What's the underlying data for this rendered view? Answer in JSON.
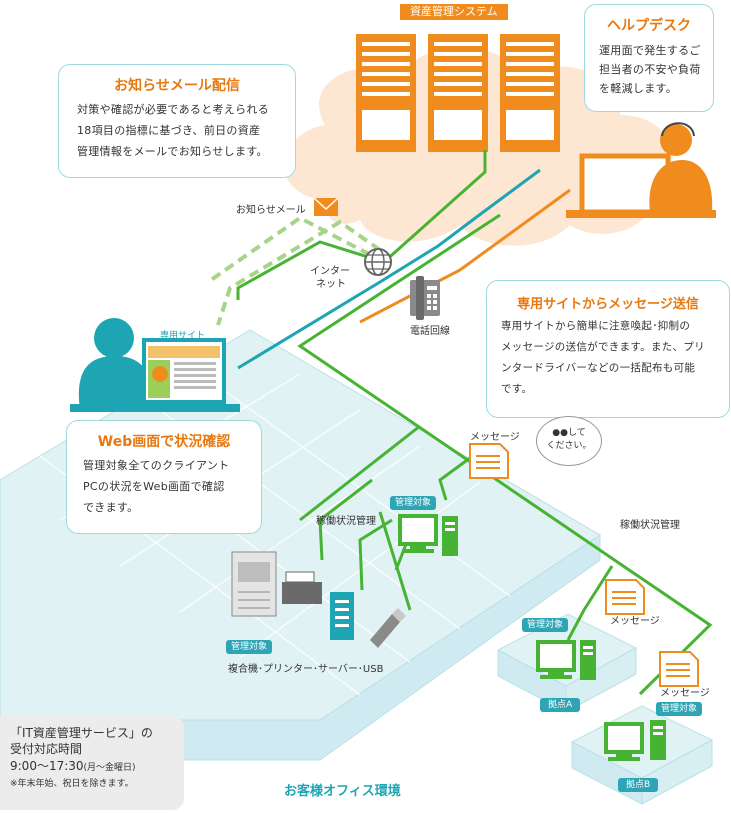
{
  "system_label": "資産管理システム",
  "helpdesk": {
    "title": "ヘルプデスク",
    "lines": [
      "運用面で発生するご",
      "担当者の不安や負荷",
      "を軽減します。"
    ]
  },
  "mail_notice": {
    "title": "お知らせメール配信",
    "lines": [
      "対策や確認が必要であると考えられる",
      "18項目の指標に基づき、前日の資産",
      "管理情報をメールでお知らせします。"
    ]
  },
  "dedicated_message": {
    "title": "専用サイトからメッセージ送信",
    "lines": [
      "専用サイトから簡単に注意喚起･抑制の",
      "メッセージの送信ができます。また、プリ",
      "ンタードライバーなどの一括配布も可能",
      "です。"
    ]
  },
  "web_status": {
    "title": "Web画面で状況確認",
    "lines": [
      "管理対象全てのクライアント",
      "PCの状況をWeb画面で確認",
      "できます。"
    ]
  },
  "labels": {
    "notice_mail": "お知らせメール",
    "internet_line1": "インター",
    "internet_line2": "ネット",
    "phone_line": "電話回線",
    "dedicated_site": "専用サイト",
    "message_1": "メッセージ",
    "message_2": "メッセージ",
    "message_3": "メッセージ",
    "bubble_line1": "●●して",
    "bubble_line2": "ください。",
    "managed_1": "管理対象",
    "managed_2": "管理対象",
    "managed_3": "管理対象",
    "managed_4": "管理対象",
    "operation_1": "稼働状況管理",
    "operation_2": "稼働状況管理",
    "devices": "複合機･プリンター･サーバー･USB",
    "branch_a": "拠点A",
    "branch_b": "拠点B",
    "office": "お客様オフィス環境"
  },
  "hours": {
    "line1": "「IT資産管理サービス」の",
    "line2": "受付対応時間",
    "time": "9:00～17:30",
    "days": "(月～金曜日)",
    "note": "※年末年始、祝日を除きます。"
  },
  "colors": {
    "orange": "#f08c1e",
    "teal": "#1ea5b4",
    "green": "#46b432",
    "light_green": "#a8d48a",
    "floor": "#dff1f4"
  }
}
